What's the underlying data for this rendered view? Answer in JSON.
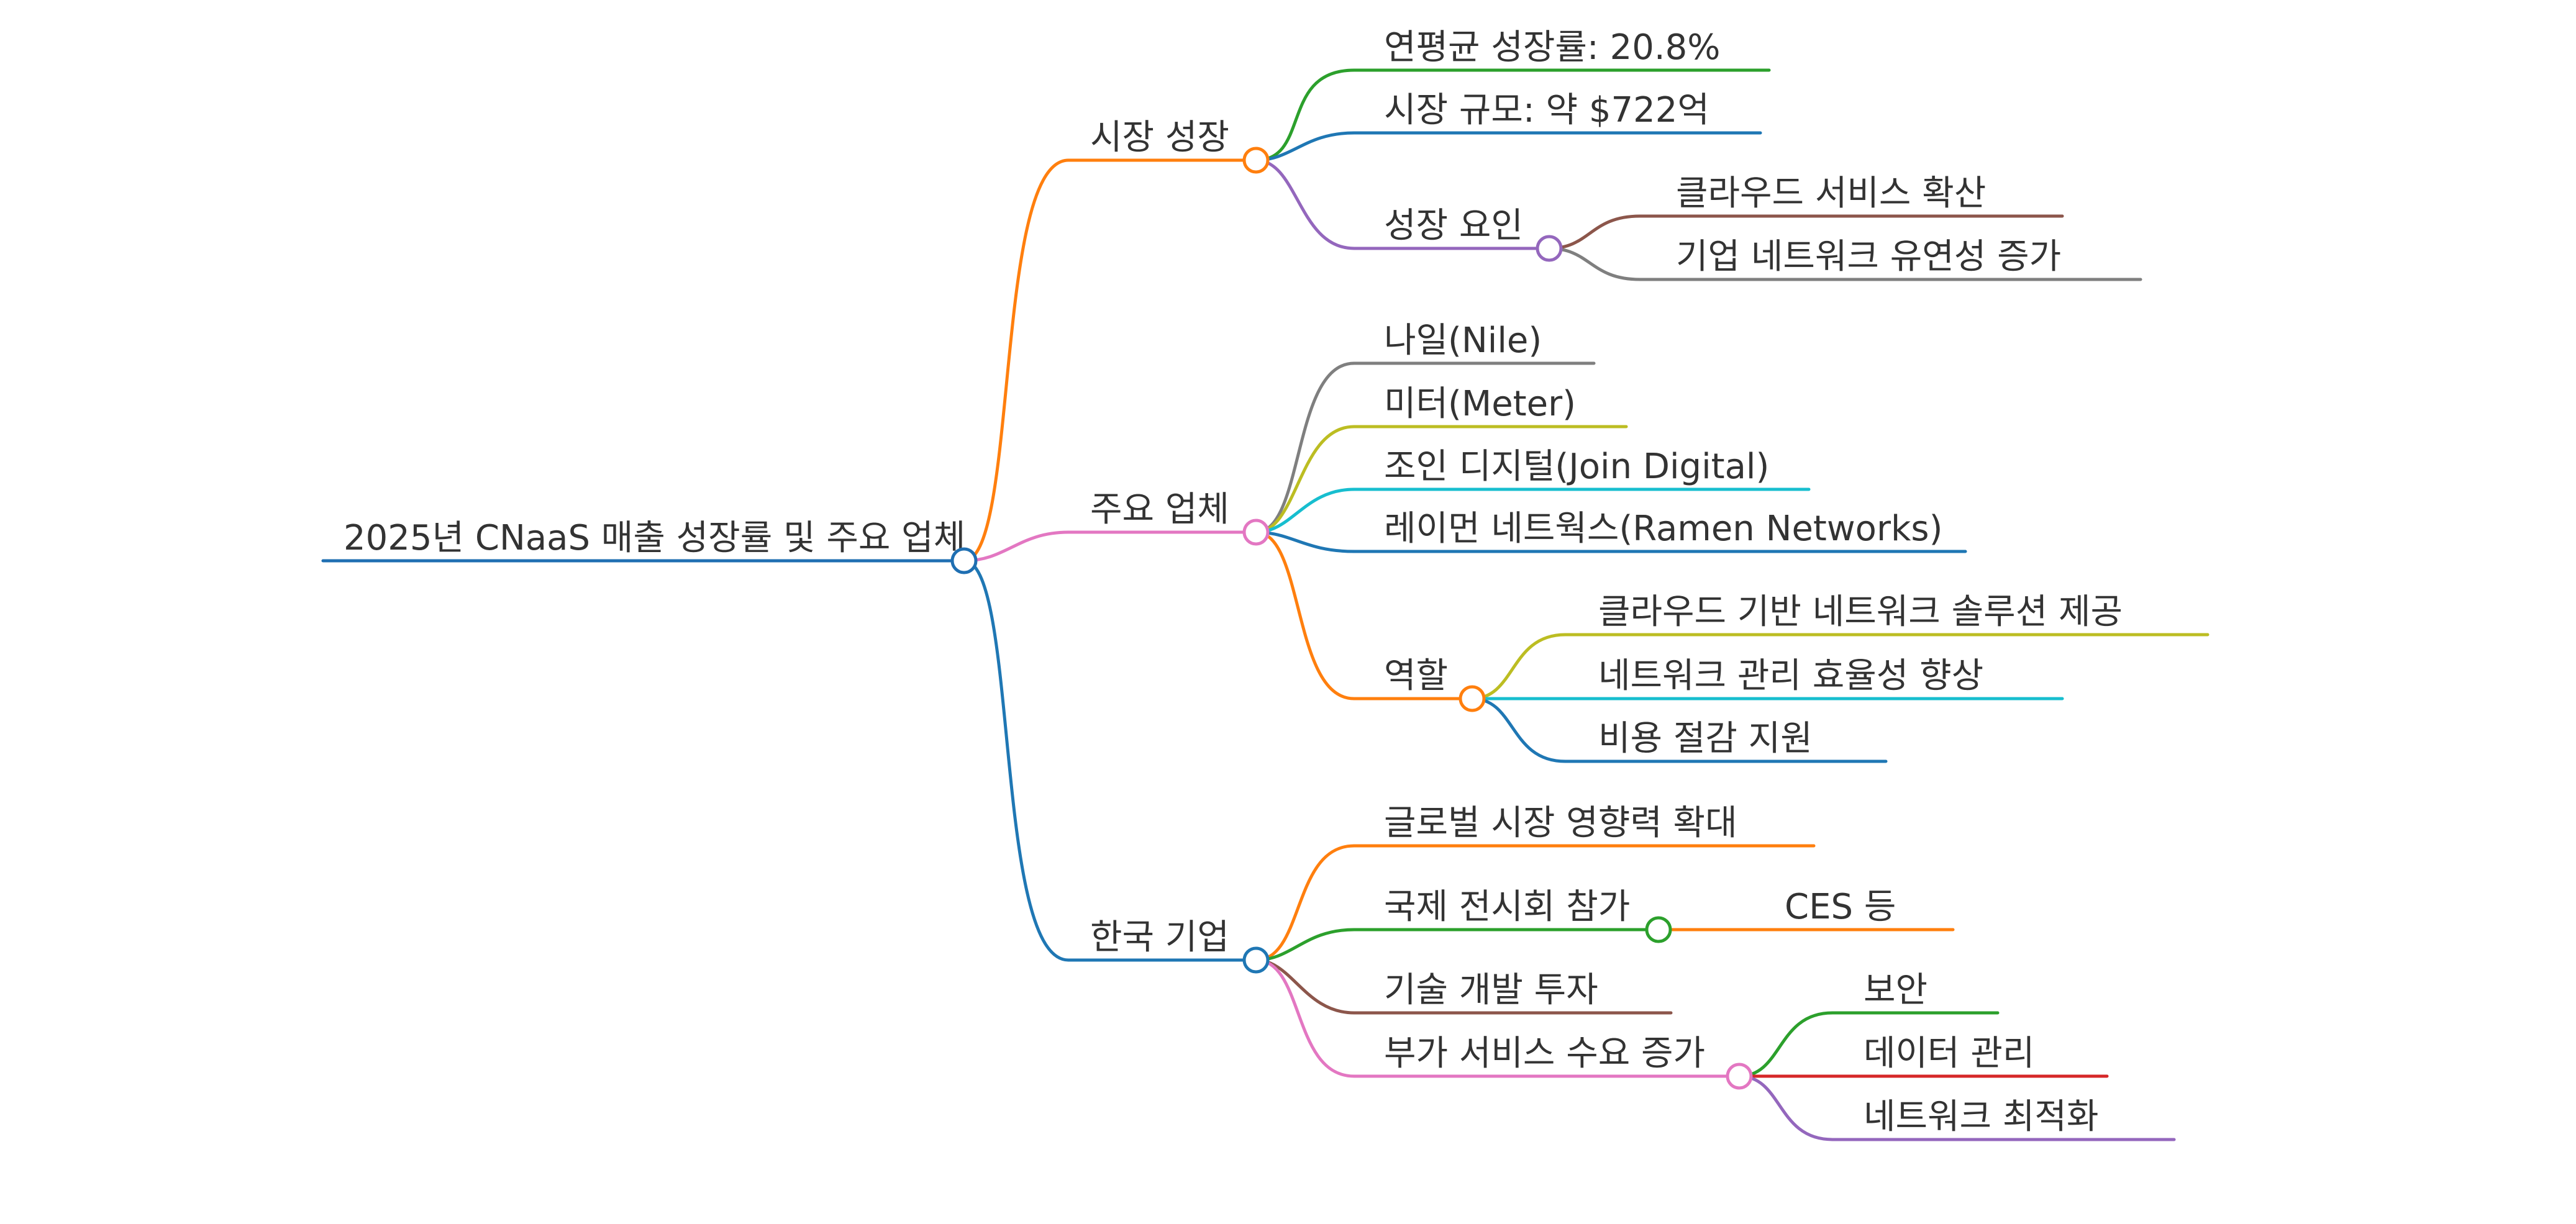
{
  "mindmap": {
    "root": {
      "label": "2025년 CNaaS 매출 성장률 및 주요 업체",
      "color": "#1f6fb2"
    },
    "branches": [
      {
        "label": "시장 성장",
        "color": "#ff7f0e",
        "children": [
          {
            "label": "연평균 성장률: 20.8%",
            "color": "#2ca02c"
          },
          {
            "label": "시장 규모: 약 $722억",
            "color": "#1f77b4"
          },
          {
            "label": "성장 요인",
            "color": "#9467bd",
            "children": [
              {
                "label": "클라우드 서비스 확산",
                "color": "#8c564b"
              },
              {
                "label": "기업 네트워크 유연성 증가",
                "color": "#7f7f7f"
              }
            ]
          }
        ]
      },
      {
        "label": "주요 업체",
        "color": "#e377c2",
        "children": [
          {
            "label": "나일(Nile)",
            "color": "#7f7f7f"
          },
          {
            "label": "미터(Meter)",
            "color": "#bcbd22"
          },
          {
            "label": "조인 디지털(Join Digital)",
            "color": "#17becf"
          },
          {
            "label": "레이먼 네트웍스(Ramen Networks)",
            "color": "#1f77b4"
          },
          {
            "label": "역할",
            "color": "#ff7f0e",
            "children": [
              {
                "label": "클라우드 기반 네트워크 솔루션 제공",
                "color": "#bcbd22"
              },
              {
                "label": "네트워크 관리 효율성 향상",
                "color": "#17becf"
              },
              {
                "label": "비용 절감 지원",
                "color": "#1f77b4"
              }
            ]
          }
        ]
      },
      {
        "label": "한국 기업",
        "color": "#1f77b4",
        "children": [
          {
            "label": "글로벌 시장 영향력 확대",
            "color": "#ff7f0e"
          },
          {
            "label": "국제 전시회 참가",
            "color": "#2ca02c",
            "children": [
              {
                "label": "CES 등",
                "color": "#ff7f0e"
              }
            ]
          },
          {
            "label": "기술 개발 투자",
            "color": "#8c564b"
          },
          {
            "label": "부가 서비스 수요 증가",
            "color": "#e377c2",
            "children": [
              {
                "label": "보안",
                "color": "#2ca02c"
              },
              {
                "label": "데이터 관리",
                "color": "#d62728"
              },
              {
                "label": "네트워크 최적화",
                "color": "#9467bd"
              }
            ]
          }
        ]
      }
    ]
  }
}
